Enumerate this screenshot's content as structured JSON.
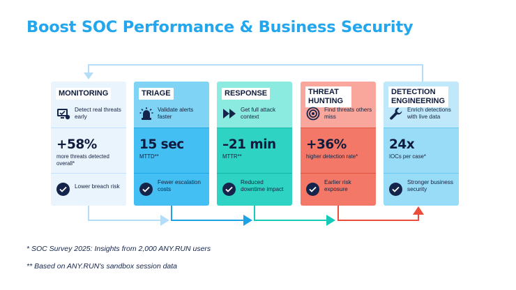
{
  "title": "Boost SOC Performance & Business Security",
  "colors": {
    "title": "#22a6ee",
    "monitoring": "#e9f4fd",
    "triage": "#44bff3",
    "response": "#2fd3c3",
    "threat_hunting": "#f47867",
    "detection_engineering": "#99dcf8",
    "arrow_light": "#b5ddf7",
    "arrow_blue": "#1ba3e6",
    "arrow_teal": "#18c9b8",
    "arrow_red": "#ec4d3a"
  },
  "stages": [
    {
      "label": "MONITORING",
      "icon": "monitor-check-icon",
      "header": "Detect real threats early",
      "metric": "+58%",
      "metric_sub": "more threats detected overall*",
      "footer": "Lower breach risk"
    },
    {
      "label": "TRIAGE",
      "icon": "alert-light-icon",
      "header": "Validate alerts faster",
      "metric": "15 sec",
      "metric_sub": "MTTD**",
      "footer": "Fewer escalation costs"
    },
    {
      "label": "RESPONSE",
      "icon": "fast-forward-icon",
      "header": "Get full attack context",
      "metric": "–21 min",
      "metric_sub": "MTTR**",
      "footer": "Reduced downtime impact"
    },
    {
      "label": "THREAT HUNTING",
      "icon": "target-icon",
      "header": "Find threats others miss",
      "metric": "+36%",
      "metric_sub": "higher detection rate*",
      "footer": "Earlier risk exposure"
    },
    {
      "label": "DETECTION ENGINEERING",
      "icon": "wrench-icon",
      "header": "Enrich detections with live data",
      "metric": "24x",
      "metric_sub": "IOCs per case*",
      "footer": "Stronger business security"
    }
  ],
  "footnotes": [
    "* SOC Survey 2025: Insights from 2,000 ANY.RUN users",
    "** Based on ANY.RUN's sandbox session data"
  ]
}
